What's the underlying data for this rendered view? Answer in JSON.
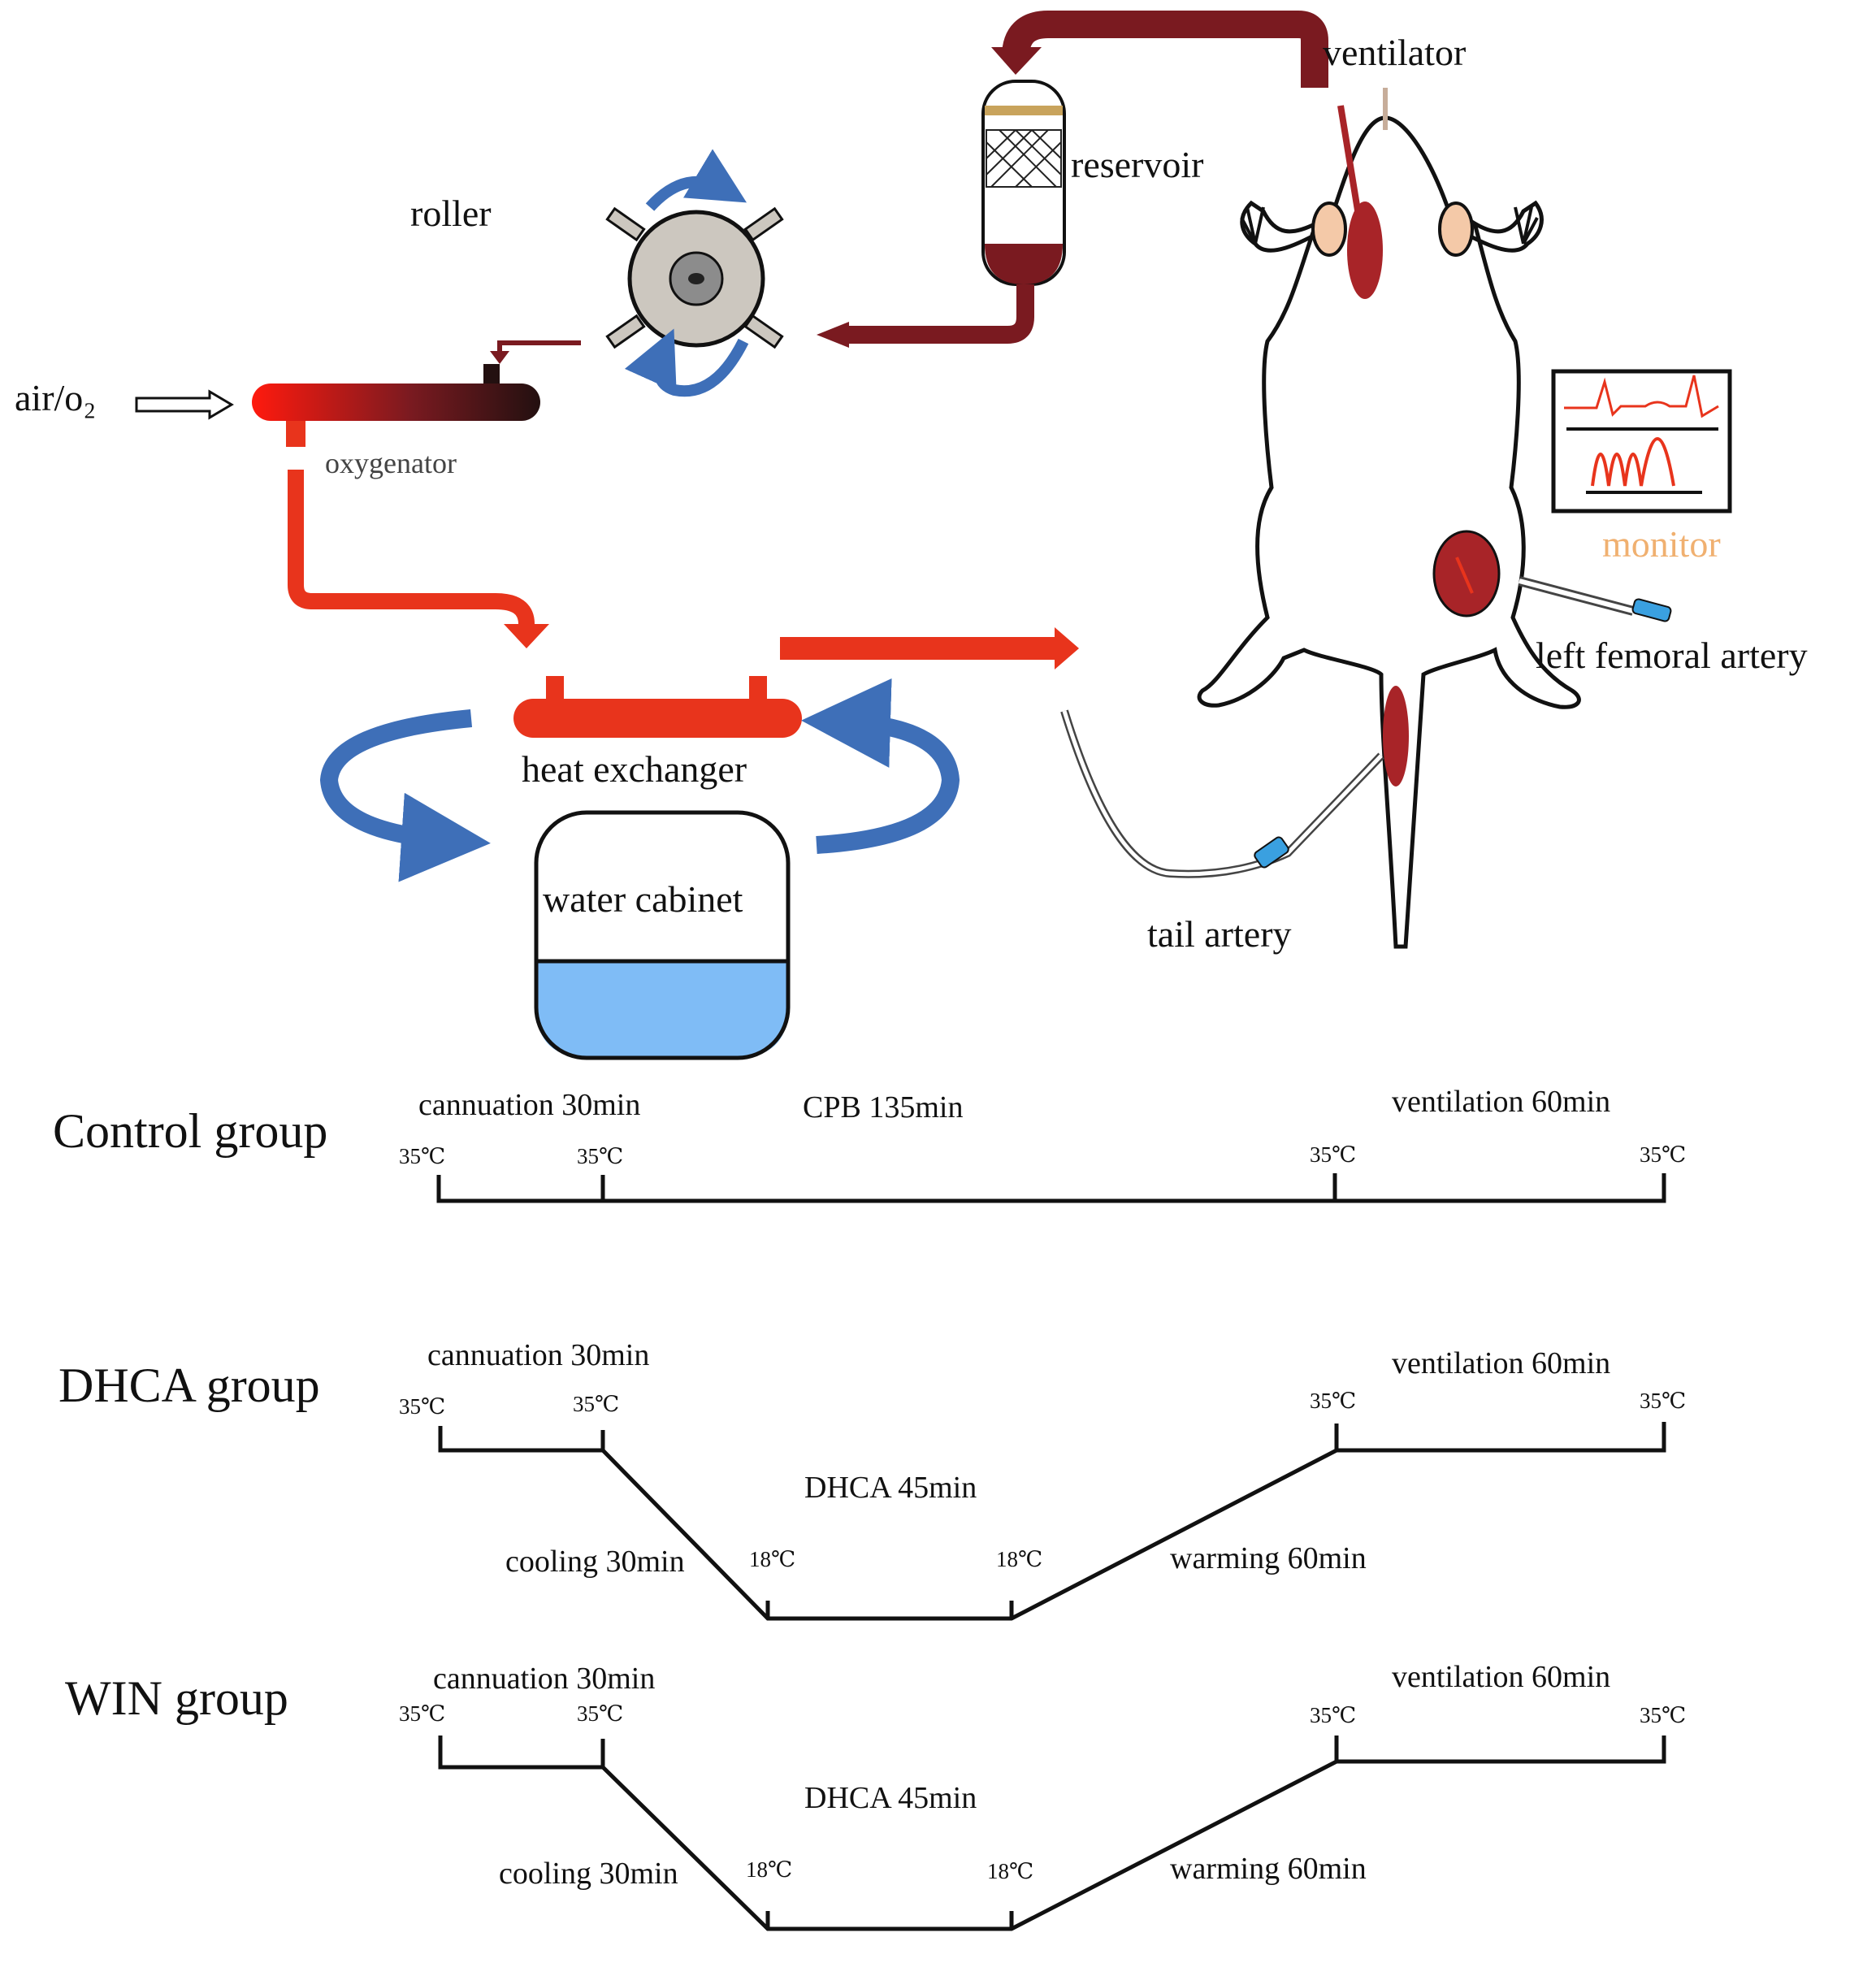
{
  "apparatus": {
    "ventilator_label": "ventilator",
    "reservoir_label": "reservoir",
    "roller_label": "roller",
    "air_label": "air/o₂",
    "oxygenator_label": "oxygenator",
    "monitor_label": "monitor",
    "left_femoral_label": "left femoral artery",
    "heat_exchanger_label": "heat exchanger",
    "water_cabinet_label": "water cabinet",
    "tail_artery_label": "tail artery"
  },
  "colors": {
    "venous_blood": "#7a1a20",
    "arterial_blood": "#e8341c",
    "water_flow_arrow": "#3e6fb8",
    "water": "#7fbcf6",
    "monitor_text": "#f0b070",
    "rat_organ": "#a82428",
    "canula_tip": "#3aa0e0"
  },
  "protocols": {
    "control": {
      "group_label": "Control  group",
      "cannulation": "cannuation 30min",
      "cpb": "CPB 135min",
      "ventilation": "ventilation 60min",
      "temps": [
        "35℃",
        "35℃",
        "35℃",
        "35℃"
      ]
    },
    "dhca": {
      "group_label": "DHCA  group",
      "cannulation": "cannuation 30min",
      "ventilation": "ventilation 60min",
      "arrest": "DHCA 45min",
      "cooling": "cooling 30min",
      "warming": "warming 60min",
      "temps_top": [
        "35℃",
        "35℃",
        "35℃",
        "35℃"
      ],
      "temps_low": [
        "18℃",
        "18℃"
      ]
    },
    "win": {
      "group_label": "WIN  group",
      "cannulation": "cannuation 30min",
      "ventilation": "ventilation 60min",
      "arrest": "DHCA 45min",
      "cooling": "cooling 30min",
      "warming": "warming 60min",
      "temps_top": [
        "35℃",
        "35℃",
        "35℃",
        "35℃"
      ],
      "temps_low": [
        "18℃",
        "18℃"
      ]
    }
  }
}
